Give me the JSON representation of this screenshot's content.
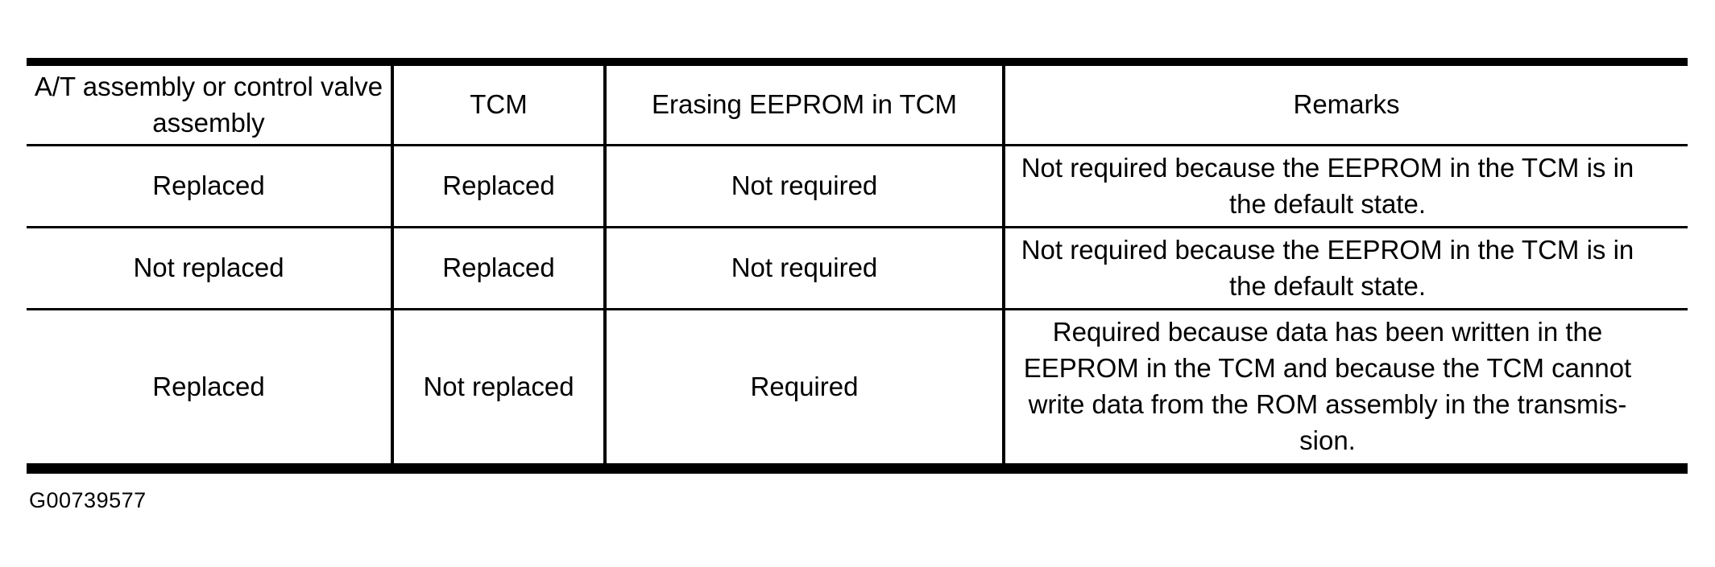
{
  "page": {
    "background_color": "#ffffff",
    "text_color": "#000000"
  },
  "figure_code": "G00739577",
  "table": {
    "columns": [
      {
        "id": "at_assembly",
        "label": "A/T assembly or control valve assembly"
      },
      {
        "id": "tcm",
        "label": "TCM"
      },
      {
        "id": "erasing_eeprom",
        "label": "Erasing EEPROM in TCM"
      },
      {
        "id": "remarks",
        "label": "Remarks"
      }
    ],
    "rows": [
      {
        "at_assembly": "Replaced",
        "tcm": "Replaced",
        "erasing_eeprom": "Not required",
        "remarks": "Not required because the EEPROM in the TCM is in the default state."
      },
      {
        "at_assembly": "Not replaced",
        "tcm": "Replaced",
        "erasing_eeprom": "Not required",
        "remarks": "Not required because the EEPROM in the TCM is in the default state."
      },
      {
        "at_assembly": "Replaced",
        "tcm": "Not replaced",
        "erasing_eeprom": "Required",
        "remarks": "Required because data has been written in the EEPROM in the TCM and because the TCM cannot write data from the ROM assembly in the transmis­sion."
      }
    ]
  }
}
